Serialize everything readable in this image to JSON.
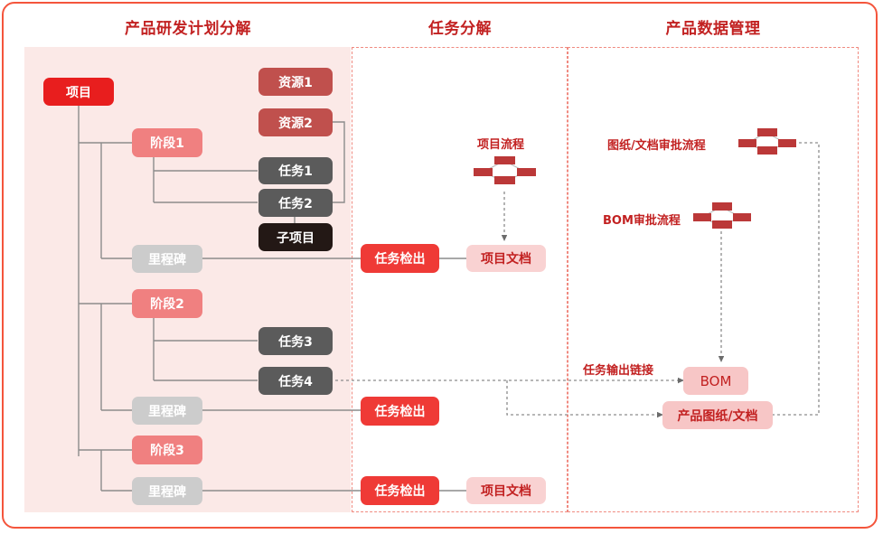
{
  "diagram": {
    "title_bar_color": "#f4553c",
    "sections": [
      {
        "id": "wbs",
        "title": "产品研发计划分解"
      },
      {
        "id": "task",
        "title": "任务分解"
      },
      {
        "id": "pdm",
        "title": "产品数据管理"
      }
    ],
    "nodes": {
      "project": {
        "label": "项目",
        "type": "project"
      },
      "resource1": {
        "label": "资源1",
        "type": "resource"
      },
      "resource2": {
        "label": "资源2",
        "type": "resource"
      },
      "phase1": {
        "label": "阶段1",
        "type": "phase"
      },
      "phase2": {
        "label": "阶段2",
        "type": "phase"
      },
      "phase3": {
        "label": "阶段3",
        "type": "phase"
      },
      "task1": {
        "label": "任务1",
        "type": "task"
      },
      "task2": {
        "label": "任务2",
        "type": "task"
      },
      "task3": {
        "label": "任务3",
        "type": "task"
      },
      "task4": {
        "label": "任务4",
        "type": "task"
      },
      "subproject": {
        "label": "子项目",
        "type": "subproject"
      },
      "milestone1": {
        "label": "里程碑",
        "type": "milestone"
      },
      "milestone2": {
        "label": "里程碑",
        "type": "milestone"
      },
      "milestone3": {
        "label": "里程碑",
        "type": "milestone"
      },
      "checkout1": {
        "label": "任务检出",
        "type": "checkout"
      },
      "checkout2": {
        "label": "任务检出",
        "type": "checkout"
      },
      "checkout3": {
        "label": "任务检出",
        "type": "checkout"
      },
      "projectdoc1": {
        "label": "项目文档",
        "type": "document"
      },
      "projectdoc2": {
        "label": "项目文档",
        "type": "document"
      },
      "bom": {
        "label": "BOM",
        "type": "bom"
      },
      "productdoc": {
        "label": "产品图纸/文档",
        "type": "product-document"
      }
    },
    "flow_labels": {
      "project_flow": "项目流程",
      "drawing_flow": "图纸/文档审批流程",
      "bom_flow": "BOM审批流程",
      "task_output_link": "任务输出链接"
    },
    "icons": {
      "project_flow_icon": "workflow-diamond-icon",
      "drawing_flow_icon": "workflow-diamond-icon",
      "bom_flow_icon": "workflow-diamond-icon"
    },
    "colors": {
      "frame": "#f4553c",
      "title": "#c22121",
      "panel_bg": "#fbe9e7",
      "dashed_border": "#f08a80",
      "project": "#e81e1e",
      "resource": "#c0504d",
      "phase": "#f08080",
      "task": "#5b5b5b",
      "subproject": "#231815",
      "milestone": "#cccccc",
      "checkout": "#ef3a36",
      "document": "#f9d2d2",
      "bom": "#f7c6c6",
      "connector": "#8c8c8c",
      "flow_icon": "#bb3838"
    }
  }
}
